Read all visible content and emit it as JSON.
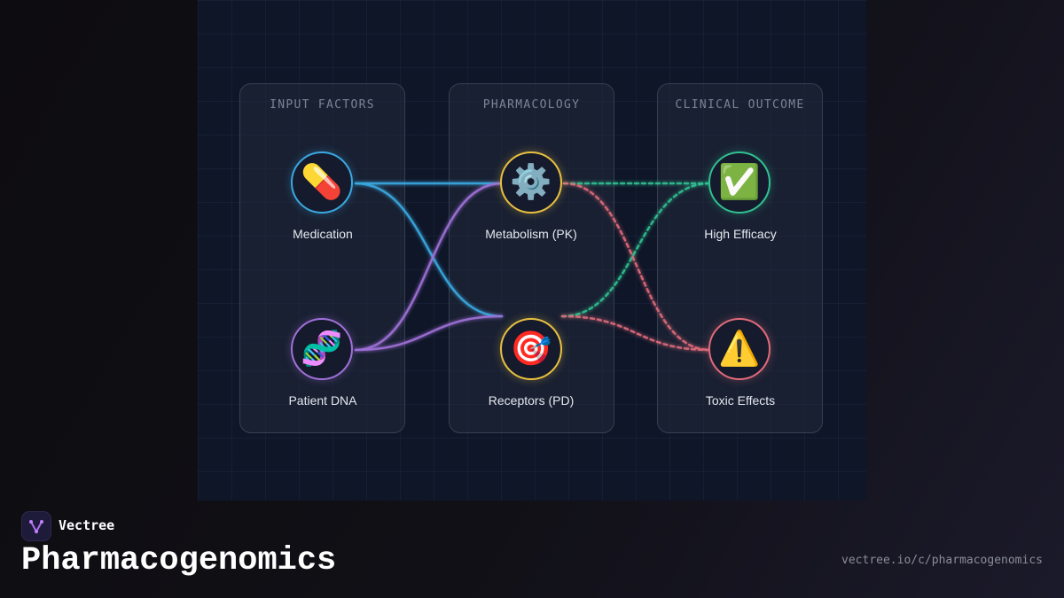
{
  "columns": [
    {
      "title": "INPUT FACTORS"
    },
    {
      "title": "PHARMACOLOGY"
    },
    {
      "title": "CLINICAL OUTCOME"
    }
  ],
  "nodes": [
    {
      "label": "Medication",
      "icon": "💊",
      "icon_name": "pill-icon",
      "color": "#3aa8e0"
    },
    {
      "label": "Patient DNA",
      "icon": "🧬",
      "icon_name": "dna-icon",
      "color": "#a070d8"
    },
    {
      "label": "Metabolism (PK)",
      "icon": "⚙️",
      "icon_name": "gear-icon",
      "color": "#e8c040"
    },
    {
      "label": "Receptors (PD)",
      "icon": "🎯",
      "icon_name": "target-icon",
      "color": "#e8c040"
    },
    {
      "label": "High Efficacy",
      "icon": "✅",
      "icon_name": "check-icon",
      "color": "#30c090"
    },
    {
      "label": "Toxic Effects",
      "icon": "⚠️",
      "icon_name": "warning-icon",
      "color": "#e06a7a"
    }
  ],
  "connections": [
    {
      "from": "Medication",
      "to": "Metabolism (PK)",
      "color": "#3aa8e0",
      "style": "solid"
    },
    {
      "from": "Medication",
      "to": "Receptors (PD)",
      "color": "#3aa8e0",
      "style": "solid"
    },
    {
      "from": "Patient DNA",
      "to": "Metabolism (PK)",
      "color": "#a070d8",
      "style": "solid"
    },
    {
      "from": "Patient DNA",
      "to": "Receptors (PD)",
      "color": "#a070d8",
      "style": "solid"
    },
    {
      "from": "Metabolism (PK)",
      "to": "High Efficacy",
      "color": "#30c090",
      "style": "dashed"
    },
    {
      "from": "Metabolism (PK)",
      "to": "Toxic Effects",
      "color": "#e06a7a",
      "style": "dashed"
    },
    {
      "from": "Receptors (PD)",
      "to": "High Efficacy",
      "color": "#30c090",
      "style": "dashed"
    },
    {
      "from": "Receptors (PD)",
      "to": "Toxic Effects",
      "color": "#e06a7a",
      "style": "dashed"
    }
  ],
  "brand": {
    "name": "Vectree",
    "logo_icon": "vectree-logo-icon"
  },
  "page": {
    "title": "Pharmacogenomics",
    "url": "vectree.io/c/pharmacogenomics"
  }
}
